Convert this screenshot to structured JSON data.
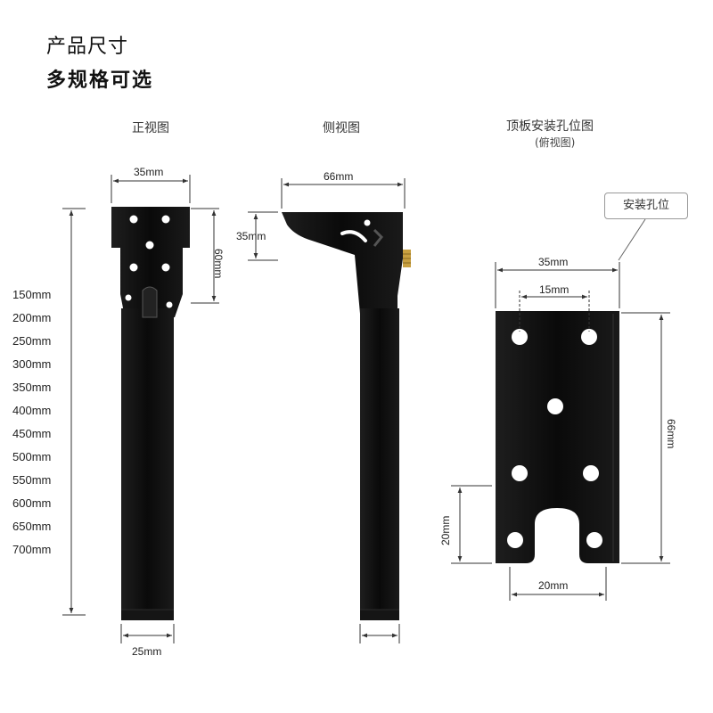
{
  "header": {
    "title": "产品尺寸",
    "subtitle": "多规格可选"
  },
  "views": {
    "front": {
      "label": "正视图"
    },
    "side": {
      "label": "侧视图"
    },
    "top": {
      "label": "顶板安装孔位图",
      "sublabel": "(俯视图)"
    }
  },
  "callout": {
    "label": "安装孔位"
  },
  "heights": [
    "150mm",
    "200mm",
    "250mm",
    "300mm",
    "350mm",
    "400mm",
    "450mm",
    "500mm",
    "550mm",
    "600mm",
    "650mm",
    "700mm"
  ],
  "dimensions": {
    "front_width_top": "35mm",
    "front_plate_height": "60mm",
    "front_width_bottom": "25mm",
    "side_width": "66mm",
    "side_height": "35mm",
    "top_width": "35mm",
    "top_hole_spacing": "15mm",
    "top_length": "66mm",
    "top_slot_depth": "20mm",
    "top_slot_width": "20mm"
  },
  "colors": {
    "metal": "#0d0d0d",
    "dim_line": "#333333",
    "brass": "#c8a040"
  }
}
